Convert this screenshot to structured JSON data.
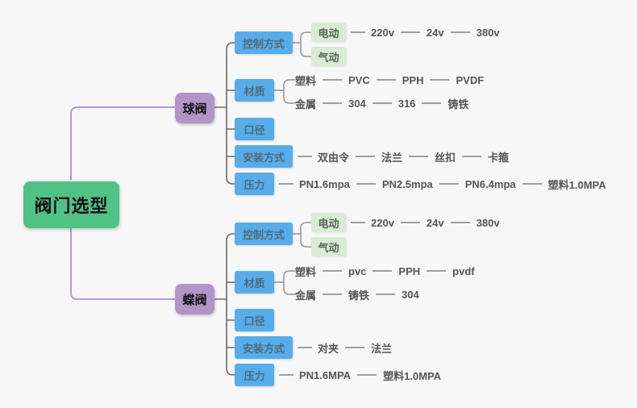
{
  "colors": {
    "canvas_bg": "#f7f7f8",
    "root_bg": "#4fc287",
    "root_text": "#111111",
    "branch_bg": "#b294c8",
    "branch_text": "#111111",
    "topic_bg": "#57ade9",
    "topic_text": "#4d6b7e",
    "sub_bg": "#d8ecd3",
    "sub_text": "#586358",
    "leaf_text": "#555555",
    "trunk_line": "#b49bcb",
    "tree_line": "#6b6b6b",
    "bracket_line": "#949494",
    "dash": "#9f9f9f"
  },
  "mindmap": {
    "root": {
      "label": "阀门选型"
    },
    "branches": [
      {
        "label": "球阀",
        "topics": [
          {
            "label": "控制方式",
            "sub": [
              {
                "label": "电动",
                "leaves": [
                  "220v",
                  "24v",
                  "380v"
                ]
              },
              {
                "label": "气动",
                "leaves": []
              }
            ]
          },
          {
            "label": "材质",
            "sub": [
              {
                "label": "塑料",
                "leaves": [
                  "PVC",
                  "PPH",
                  "PVDF"
                ]
              },
              {
                "label": "金属",
                "leaves": [
                  "304",
                  "316",
                  "铸铁"
                ]
              }
            ]
          },
          {
            "label": "口径"
          },
          {
            "label": "安装方式",
            "leaves": [
              "双由令",
              "法兰",
              "丝扣",
              "卡箍"
            ]
          },
          {
            "label": "压力",
            "leaves": [
              "PN1.6mpa",
              "PN2.5mpa",
              "PN6.4mpa",
              "塑料1.0MPA"
            ]
          }
        ]
      },
      {
        "label": "蝶阀",
        "topics": [
          {
            "label": "控制方式",
            "sub": [
              {
                "label": "电动",
                "leaves": [
                  "220v",
                  "24v",
                  "380v"
                ]
              },
              {
                "label": "气动",
                "leaves": []
              }
            ]
          },
          {
            "label": "材质",
            "sub": [
              {
                "label": "塑料",
                "leaves": [
                  "pvc",
                  "PPH",
                  "pvdf"
                ]
              },
              {
                "label": "金属",
                "leaves": [
                  "铸铁",
                  "304"
                ]
              }
            ]
          },
          {
            "label": "口径"
          },
          {
            "label": "安装方式",
            "leaves": [
              "对夹",
              "法兰"
            ]
          },
          {
            "label": "压力",
            "leaves": [
              "PN1.6MPA",
              "塑料1.0MPA"
            ]
          }
        ]
      }
    ]
  }
}
